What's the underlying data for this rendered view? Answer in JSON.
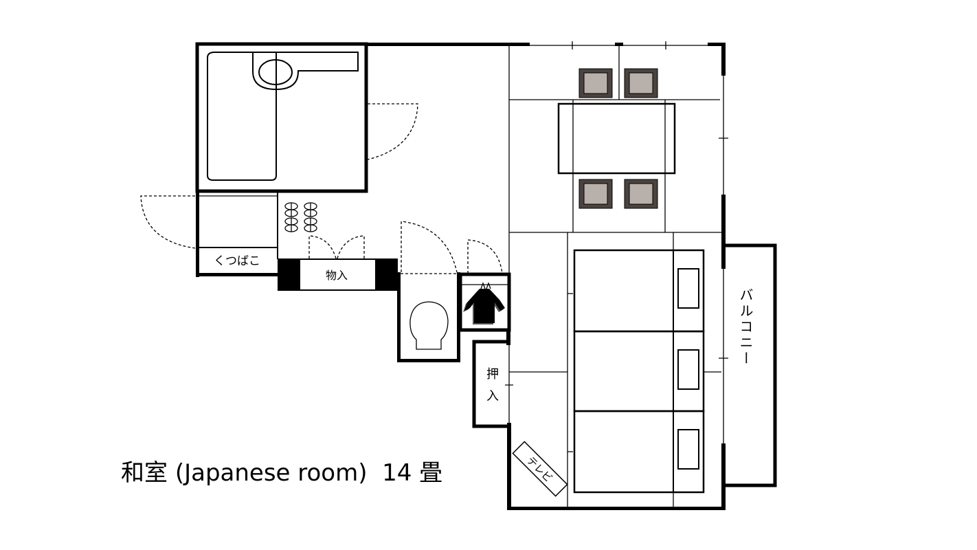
{
  "plan": {
    "title_jp": "和室",
    "title_en": "(Japanese room)",
    "title_size": "14 畳",
    "labels": {
      "shoe_cabinet": "くつばこ",
      "storage": "物入",
      "closet_line1": "押",
      "closet_line2": "入",
      "tv": "テレビ",
      "balcony": "バルコニー"
    },
    "colors": {
      "wall": "#000000",
      "chair_outer": "#4a433f",
      "chair_inner": "#b8b0aa",
      "background": "#ffffff"
    },
    "rooms": [
      "bathroom",
      "entrance",
      "shoe-cabinet",
      "storage",
      "toilet",
      "wardrobe",
      "closet",
      "japanese-room",
      "balcony"
    ],
    "furniture": {
      "dining_chairs": 4,
      "dining_table": 1,
      "futons": 3,
      "pillows": 3,
      "tv": 1,
      "stove_burners": 4
    }
  }
}
